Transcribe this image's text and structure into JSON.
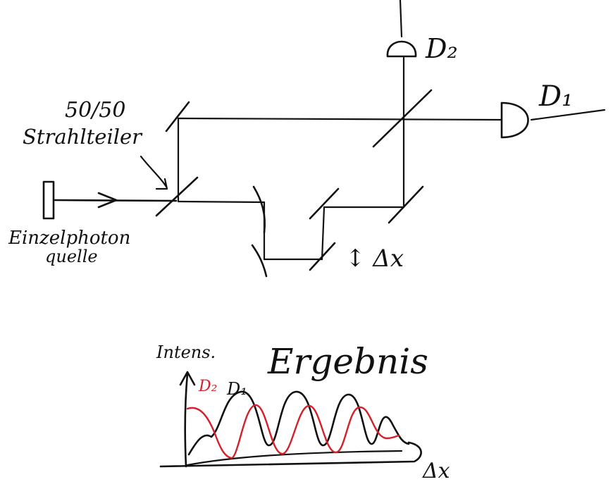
{
  "diagram": {
    "labels": {
      "detector_2": "D₂",
      "detector_1": "D₁",
      "splitter_ratio": "50/50",
      "splitter_name": "Strahlteiler",
      "source_line1": "Einzelphoton",
      "source_line2": "quelle",
      "delta_x": "↕ Δx"
    }
  },
  "result": {
    "heading": "Ergebnis",
    "y_label": "Intens.",
    "x_label": "Δx",
    "legend_d2": "D₂",
    "legend_d1": "D₁",
    "colors": {
      "d1": "#111111",
      "d2": "#d4202a"
    }
  }
}
